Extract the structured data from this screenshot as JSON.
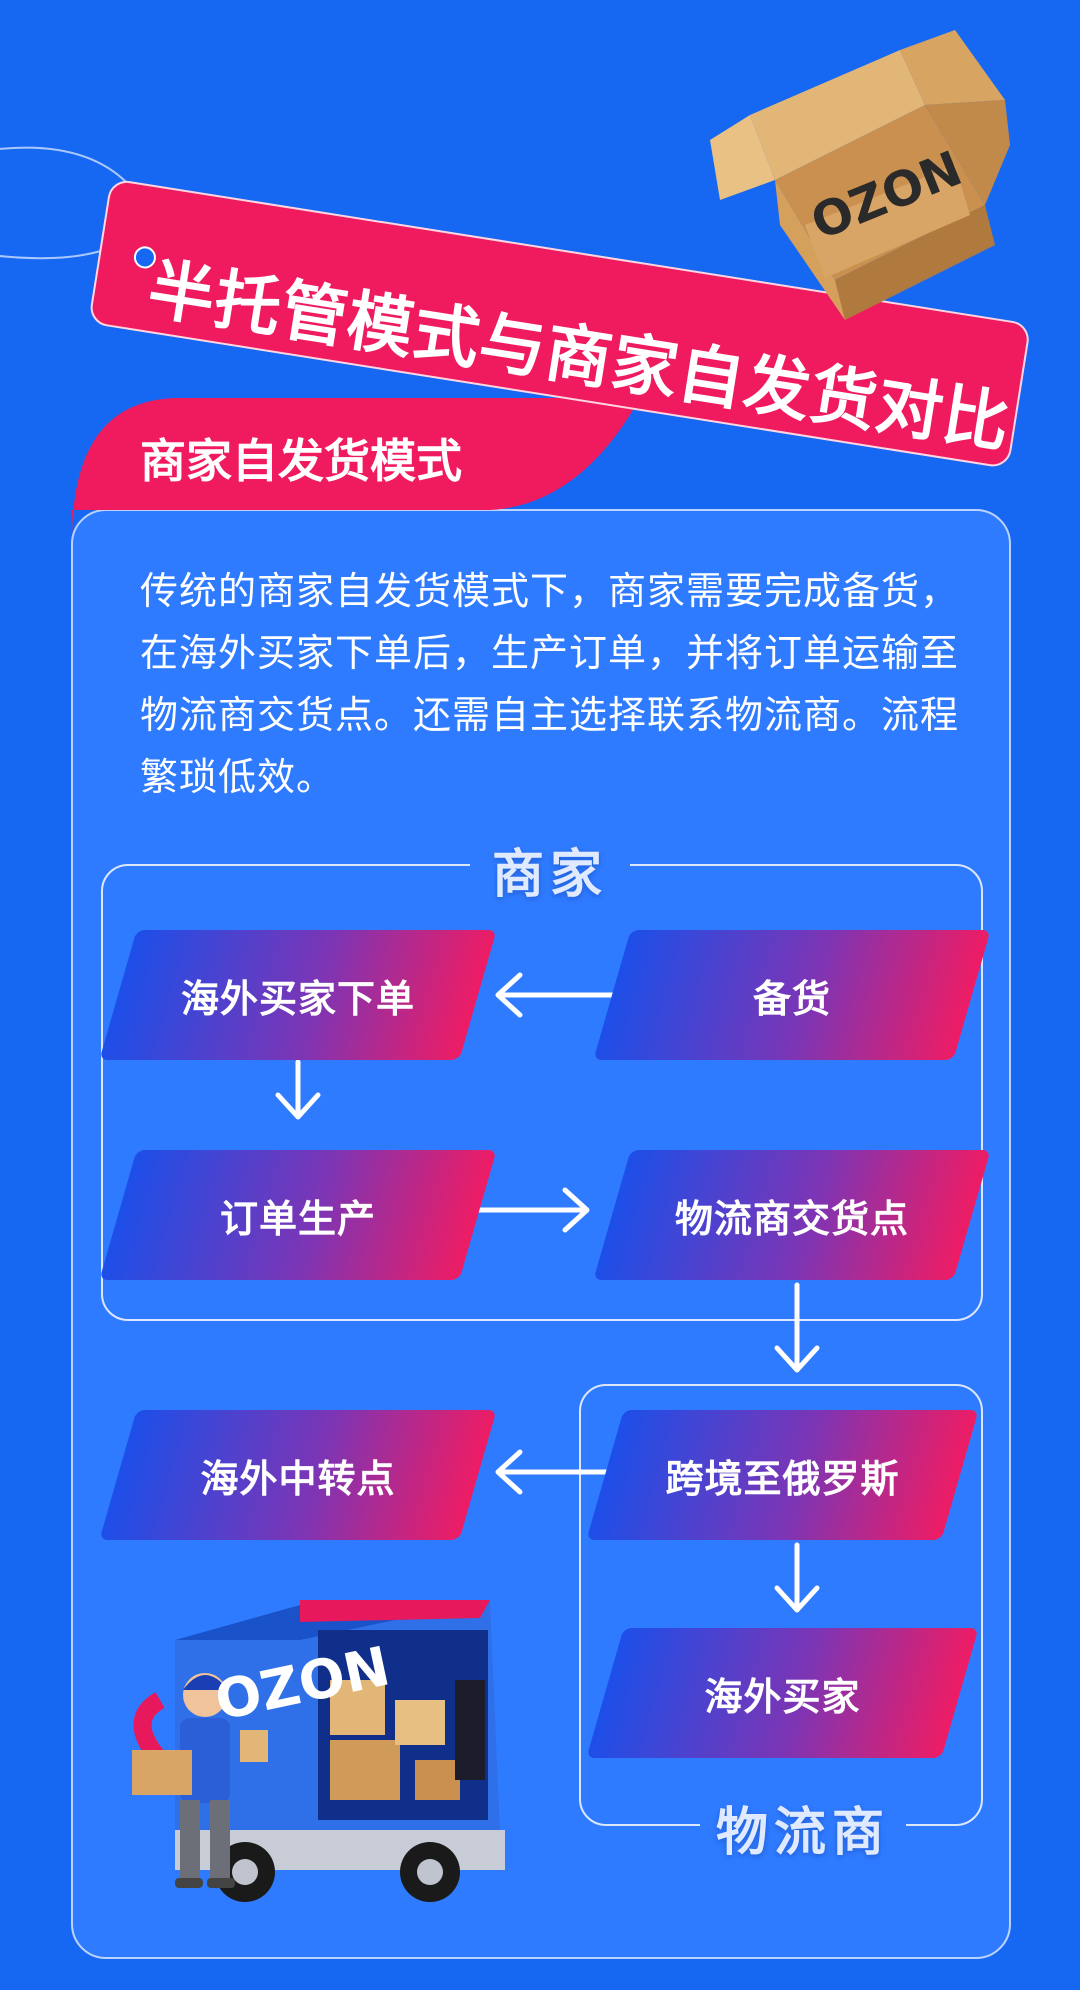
{
  "banner": {
    "title": "半托管模式与商家自发货对比"
  },
  "box_logo": "OZON",
  "tab": {
    "title": "商家自发货模式"
  },
  "description": "传统的商家自发货模式下，商家需要完成备货，在海外买家下单后，生产订单，并将订单运输至物流商交货点。还需自主选择联系物流商。流程繁琐低效。",
  "sections": {
    "merchant": "商家",
    "logistics": "物流商"
  },
  "steps": {
    "overseas_order": "海外买家下单",
    "stocking": "备货",
    "order_production": "订单生产",
    "handover_point": "物流商交货点",
    "overseas_transit": "海外中转点",
    "cross_border": "跨境至俄罗斯",
    "overseas_buyer": "海外买家"
  },
  "van_logo": "OZON",
  "colors": {
    "background": "#1668f2",
    "card": "#2f7bff",
    "accent_pink": "#f01b5e",
    "gradient_start": "#1d4fe8",
    "gradient_end": "#ee1c64"
  }
}
